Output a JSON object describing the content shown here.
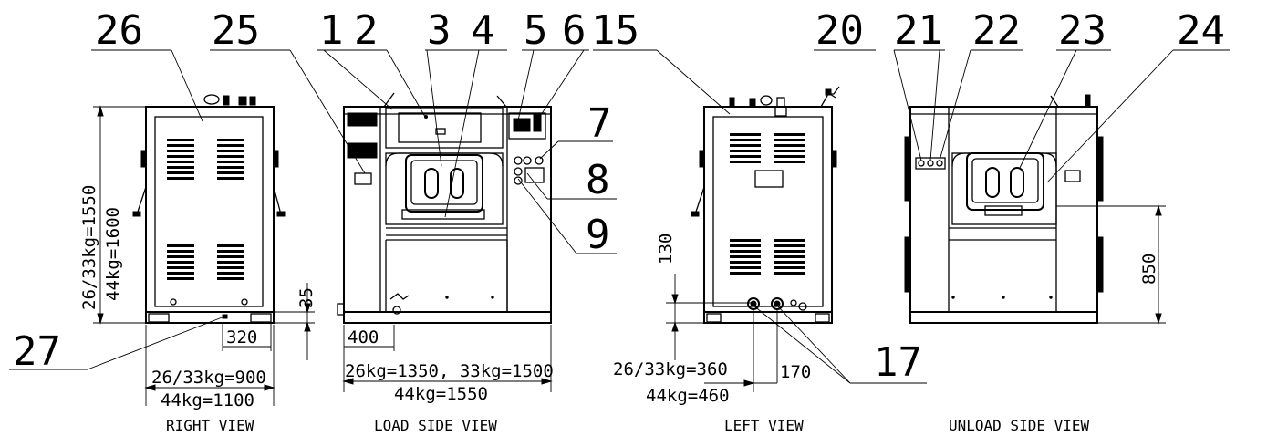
{
  "callouts": {
    "c26": "26",
    "c25": "25",
    "c1": "1",
    "c2": "2",
    "c3": "3",
    "c4": "4",
    "c5": "5",
    "c6": "6",
    "c15": "15",
    "c20": "20",
    "c21": "21",
    "c22": "22",
    "c23": "23",
    "c24": "24",
    "c7": "7",
    "c8": "8",
    "c9": "9",
    "c27": "27",
    "c17": "17"
  },
  "dimensions": {
    "right_height_a": "26/33kg=1550",
    "right_height_b": "44kg=1600",
    "right_35": "35",
    "right_320": "320",
    "right_width_a": "26/33kg=900",
    "right_width_b": "44kg=1100",
    "load_400": "400",
    "load_width_a": "26kg=1350, 33kg=1500",
    "load_width_b": "44kg=1550",
    "left_130": "130",
    "left_170": "170",
    "left_width_a": "26/33kg=360",
    "left_width_b": "44kg=460",
    "unload_850": "850"
  },
  "views": {
    "right": "RIGHT VIEW",
    "load": "LOAD SIDE VIEW",
    "left": "LEFT VIEW",
    "unload": "UNLOAD SIDE VIEW"
  }
}
